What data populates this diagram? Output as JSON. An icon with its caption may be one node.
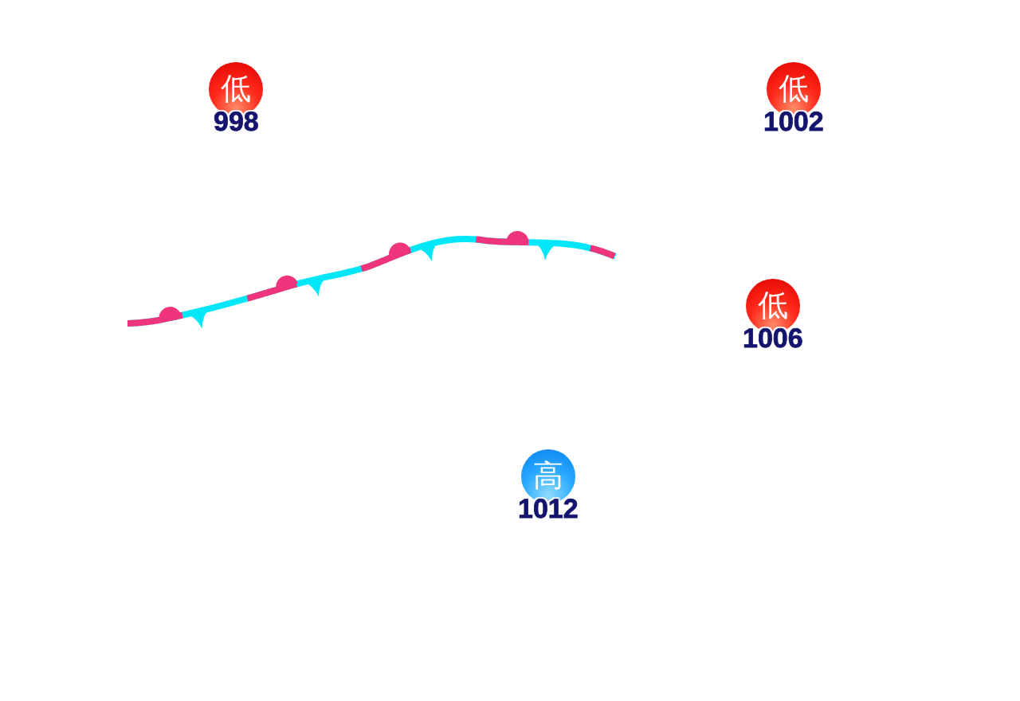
{
  "diagram": {
    "nodes": [
      {
        "text": [
          "低"
        ],
        "beside": [
          "998"
        ]
      },
      {
        "text": [
          "低"
        ],
        "beside": [
          "1002"
        ]
      },
      {
        "text": [
          "低"
        ],
        "beside": [
          "1006"
        ]
      },
      {
        "text": [
          "高"
        ],
        "beside": [
          "1012"
        ]
      }
    ]
  }
}
